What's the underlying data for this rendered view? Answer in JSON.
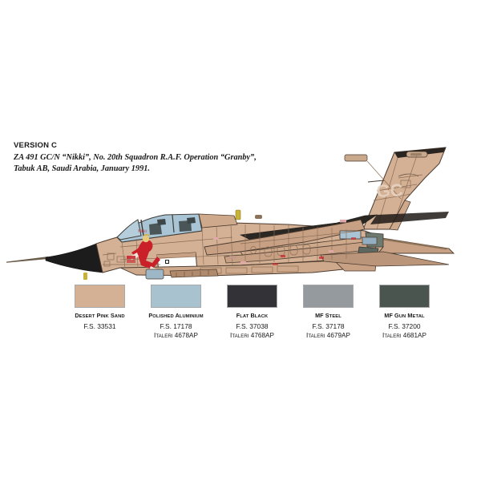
{
  "caption": {
    "version_title": "VERSION C",
    "line1": "ZA 491 GC/N “Nikki”, No. 20th Squadron R.A.F. Operation “Granby”,",
    "line2": "Tabuk AB, Saudi Arabia, January 1991."
  },
  "aircraft": {
    "name": "panavia-tornado-side-profile",
    "tail_code": "GC",
    "nose_art": "red-pinup-nikki",
    "colors": {
      "desert_pink_sand": "#d4b094",
      "sand_shadow": "#c29d80",
      "sand_dark": "#b08a6d",
      "radome_black": "#1c1c1c",
      "flat_black": "#333333",
      "canopy_blue": "#a9c4d4",
      "canopy_blue_dark": "#8fb0c4",
      "seat_dark": "#4a5558",
      "outline": "#4a3a2e",
      "panel_line": "#8a6d55",
      "red_marking": "#c9202a",
      "pink_marking": "#e0a8a8",
      "mf_steel": "#959a9e",
      "mf_gun_metal": "#46514a",
      "yellow_marking": "#c9b23a"
    }
  },
  "swatches": [
    {
      "name_full": "DESERT PINK SAND",
      "name_parts": [
        "D",
        "ESERT ",
        "P",
        "INK ",
        "S",
        "AND"
      ],
      "fs": "F.S. 33531",
      "italeri": "",
      "hex": "#d4b094"
    },
    {
      "name_full": "POLISHED ALUMINIUM",
      "name_parts": [
        "P",
        "OLISHED ",
        "A",
        "LUMINIUM"
      ],
      "fs": "F.S. 17178",
      "italeri": "ITALERI 4678AP",
      "hex": "#a9c2cf"
    },
    {
      "name_full": "FLAT BLACK",
      "name_parts": [
        "F",
        "LAT ",
        "B",
        "LACK"
      ],
      "fs": "F.S. 37038",
      "italeri": "ITALERI 4768AP",
      "hex": "#333337"
    },
    {
      "name_full": "MF STEEL",
      "name_parts": [
        "MF S",
        "TEEL"
      ],
      "fs": "F.S. 37178",
      "italeri": "ITALERI 4679AP",
      "hex": "#959a9e"
    },
    {
      "name_full": "MF GUN METAL",
      "name_parts": [
        "MF G",
        "UN ",
        "M",
        "ETAL"
      ],
      "fs": "F.S. 37200",
      "italeri": "ITALERI 4681AP",
      "hex": "#4a5550"
    }
  ]
}
